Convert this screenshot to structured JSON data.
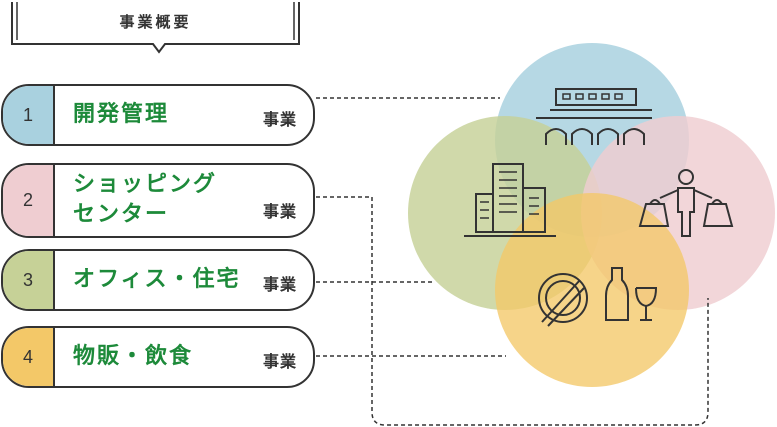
{
  "header": {
    "title": "事業概要"
  },
  "items": [
    {
      "number": "1",
      "label_line1": "開発管理",
      "label_line2": "",
      "suffix": "事業",
      "color": "#a9d1df"
    },
    {
      "number": "2",
      "label_line1": "ショッピング",
      "label_line2": "センター",
      "suffix": "事業",
      "color": "#efcdd1"
    },
    {
      "number": "3",
      "label_line1": "オフィス・住宅",
      "label_line2": "",
      "suffix": "事業",
      "color": "#c6d197"
    },
    {
      "number": "4",
      "label_line1": "物販・飲食",
      "label_line2": "",
      "suffix": "事業",
      "color": "#f3c868"
    }
  ],
  "colors": {
    "circle_blue": "#a9d1df",
    "circle_pink": "#efcdd1",
    "circle_green": "#c6d197",
    "circle_yellow": "#f3c868",
    "label_green": "#1d8a3a",
    "outline": "#333333"
  },
  "icons": [
    "train-viaduct-icon",
    "office-building-icon",
    "shopper-with-bags-icon",
    "dining-icon"
  ]
}
